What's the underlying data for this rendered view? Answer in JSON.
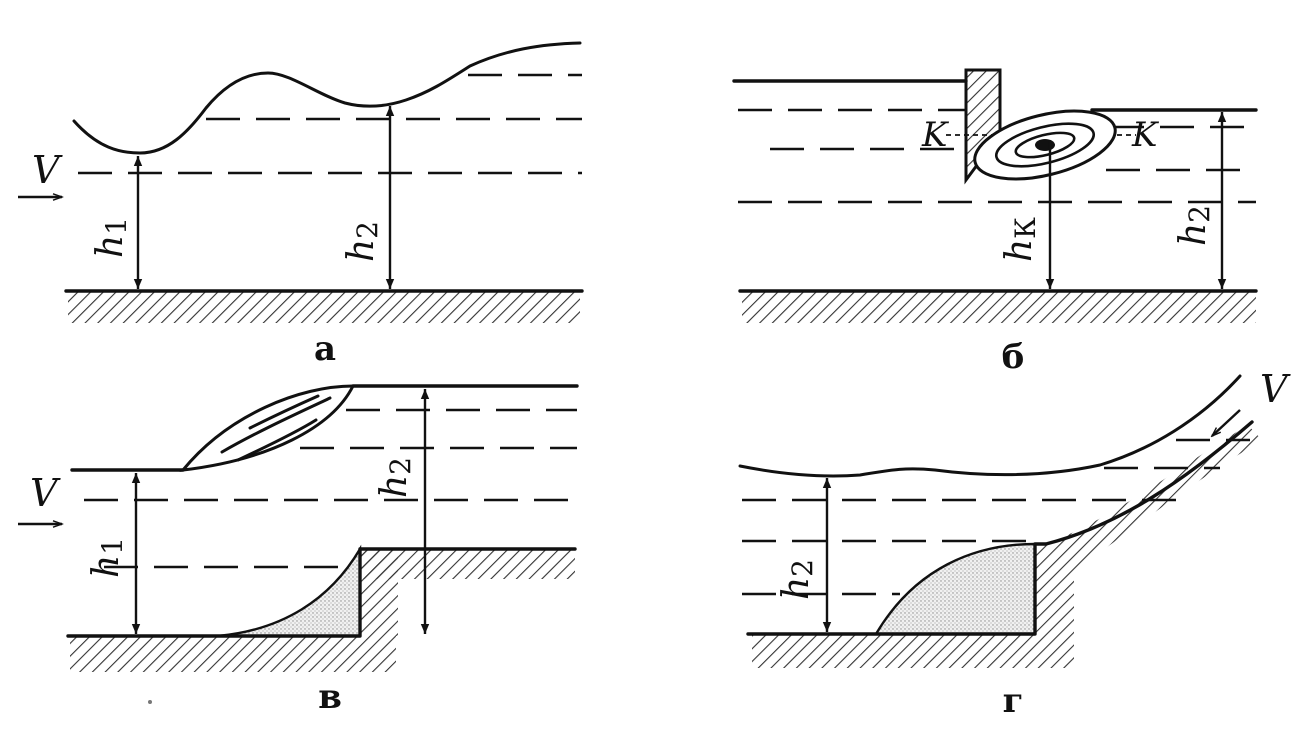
{
  "panels": {
    "a": {
      "caption": "а",
      "labels": {
        "velocity": "V",
        "h1": "h",
        "h1_sub": "1",
        "h2": "h",
        "h2_sub": "2"
      }
    },
    "b": {
      "caption": "б",
      "labels": {
        "k_left": "K",
        "k_right": "K",
        "hk": "h",
        "hk_sub": "К",
        "h2": "h",
        "h2_sub": "2"
      }
    },
    "v": {
      "caption": "в",
      "labels": {
        "velocity": "V",
        "h1": "h",
        "h1_sub": "1",
        "h2": "h",
        "h2_sub": "2"
      }
    },
    "g": {
      "caption": "г",
      "labels": {
        "velocity": "V",
        "h2": "h",
        "h2_sub": "2"
      }
    }
  }
}
